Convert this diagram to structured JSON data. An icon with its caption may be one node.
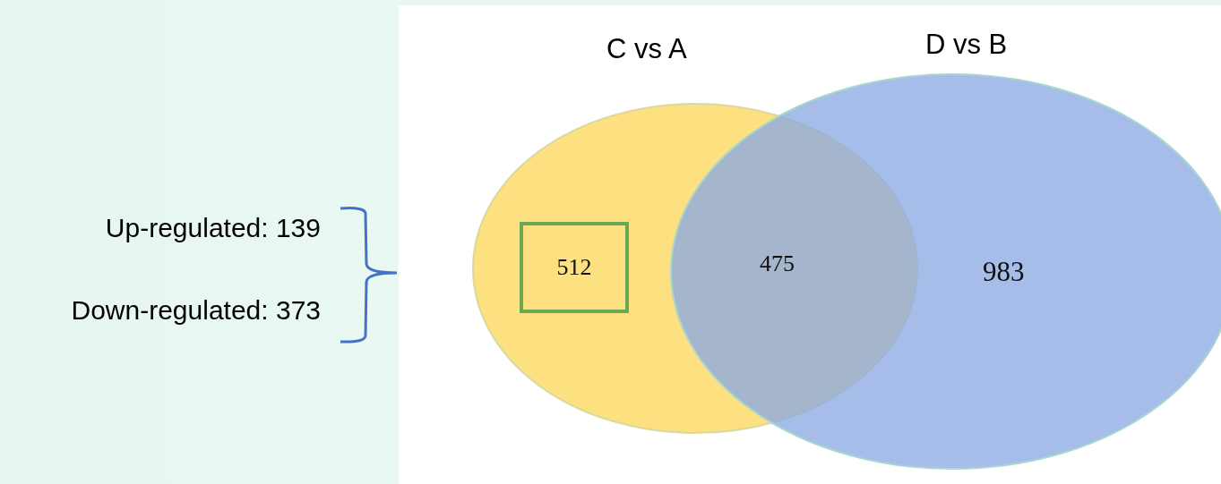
{
  "diagram": {
    "nodes": [
      {
        "text": [
          "C vs A"
        ]
      },
      {
        "text": [
          "D vs B"
        ]
      },
      {
        "text": [
          "512"
        ],
        "in": 0
      }
    ],
    "labels": [
      "Up-regulated: 139",
      "Down-regulated: 373",
      "475",
      "983"
    ]
  }
}
